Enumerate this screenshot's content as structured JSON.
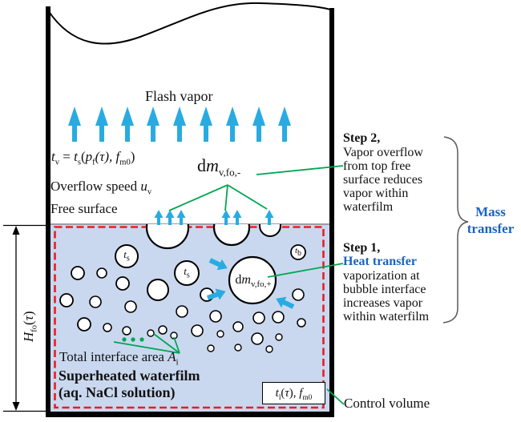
{
  "colors": {
    "vapor_arrow_blue": "#29ABE2",
    "pointer_green": "#00A651",
    "control_volume_red": "#EC1C24",
    "waterfilm_blue": "#C9D8EF",
    "emphasis_text_blue": "#1B63BE"
  },
  "labels": {
    "flash_vapor": "Flash vapor",
    "eq_tv": [
      "t",
      "v",
      " = ",
      "t",
      "s",
      "(",
      "p",
      "f",
      "(τ), ",
      "f",
      "m0",
      ")"
    ],
    "overflow_speed": [
      "Overflow speed ",
      "u",
      "v"
    ],
    "free_surface": "Free surface",
    "dm_minus": [
      "d",
      "m",
      "v,fo,-"
    ],
    "dm_plus": [
      "d",
      "m",
      "v,fo,+"
    ],
    "bubble_ts": [
      "t",
      "s"
    ],
    "bubble_tb": [
      "t",
      "b"
    ],
    "height_dim": [
      "H",
      "fo",
      "(",
      "τ",
      ")"
    ],
    "total_area": [
      "Total interface area ",
      "A",
      "i"
    ],
    "superheated": "Superheated waterfilm\n(aq. NaCl solution)",
    "state_box": [
      "t",
      "l",
      "(",
      "τ",
      "), ",
      "f",
      "m0"
    ],
    "control_volume": "Control volume"
  },
  "annotations": {
    "step2": {
      "title": "Step 2,",
      "body": "Vapor overflow\nfrom top free\nsurface reduces\nvapor within\nwaterfilm"
    },
    "step1": {
      "title": "Step 1,",
      "highlight": "Heat transfer",
      "body": "vaporization at\nbubble interface\nincreases vapor\nwithin waterfilm"
    },
    "mass_transfer": "Mass\ntransfer"
  }
}
